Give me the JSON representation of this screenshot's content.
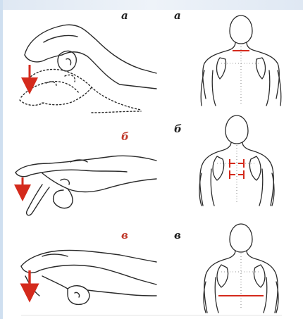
{
  "labels": {
    "hand_a": "а",
    "hand_b": "б",
    "hand_v": "в",
    "back_a": "а",
    "back_b": "б",
    "back_v": "в"
  },
  "colors": {
    "ink": "#2a2a2a",
    "arrow": "#d42a1c",
    "label_black": "#1f1f1f",
    "label_red": "#c0392b",
    "grid_dots": "#9a9a9a"
  },
  "icons": {
    "hand_panels": "pulling-hand-illustration",
    "back_panels": "back-torso-illustration",
    "arrows": "down-arrow-icon",
    "markers": "red-bracket-marker"
  }
}
